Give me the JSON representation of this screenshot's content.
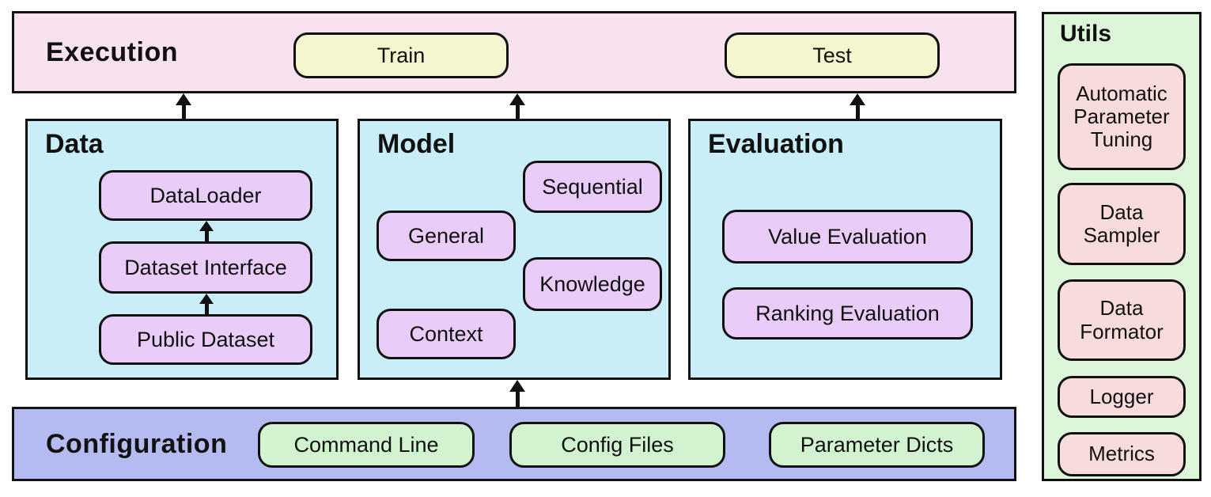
{
  "execution": {
    "title": "Execution",
    "items": [
      "Train",
      "Test"
    ]
  },
  "data": {
    "title": "Data",
    "items": [
      "DataLoader",
      "Dataset Interface",
      "Public Dataset"
    ]
  },
  "model": {
    "title": "Model",
    "items": [
      "Sequential",
      "General",
      "Knowledge",
      "Context"
    ]
  },
  "evaluation": {
    "title": "Evaluation",
    "items": [
      "Value Evaluation",
      "Ranking Evaluation"
    ]
  },
  "configuration": {
    "title": "Configuration",
    "items": [
      "Command Line",
      "Config Files",
      "Parameter Dicts"
    ]
  },
  "utils": {
    "title": "Utils",
    "items": [
      "Automatic Parameter Tuning",
      "Data Sampler",
      "Data Formator",
      "Logger",
      "Metrics"
    ]
  },
  "colors": {
    "execution-bg": "#f8e2f0",
    "task-bg": "#f5f6d0",
    "module-bg": "#c9eef7",
    "component-bg": "#eaccf8",
    "configuration-bg": "#b4bbf0",
    "config-item-bg": "#d2f3d0",
    "utils-bg": "#ddf6d9",
    "util-item-bg": "#f8dcdc",
    "border": "#111111"
  }
}
